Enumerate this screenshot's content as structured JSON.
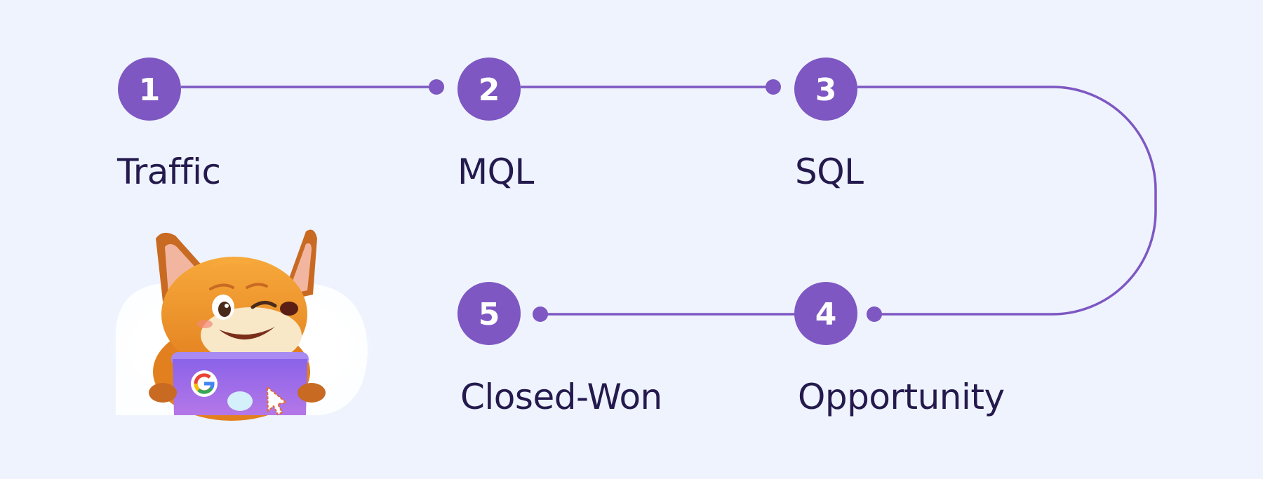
{
  "colors": {
    "background": "#EEF3FE",
    "accent": "#7E57C2",
    "text": "#241A4D"
  },
  "steps": [
    {
      "number": "1",
      "label": "Traffic"
    },
    {
      "number": "2",
      "label": "MQL"
    },
    {
      "number": "3",
      "label": "SQL"
    },
    {
      "number": "4",
      "label": "Opportunity"
    },
    {
      "number": "5",
      "label": "Closed-Won"
    }
  ],
  "mascot": {
    "icon": "fox-mascot-laptop-icon",
    "laptop_icons": [
      "google-logo-icon",
      "cursor-arrow-icon"
    ]
  }
}
